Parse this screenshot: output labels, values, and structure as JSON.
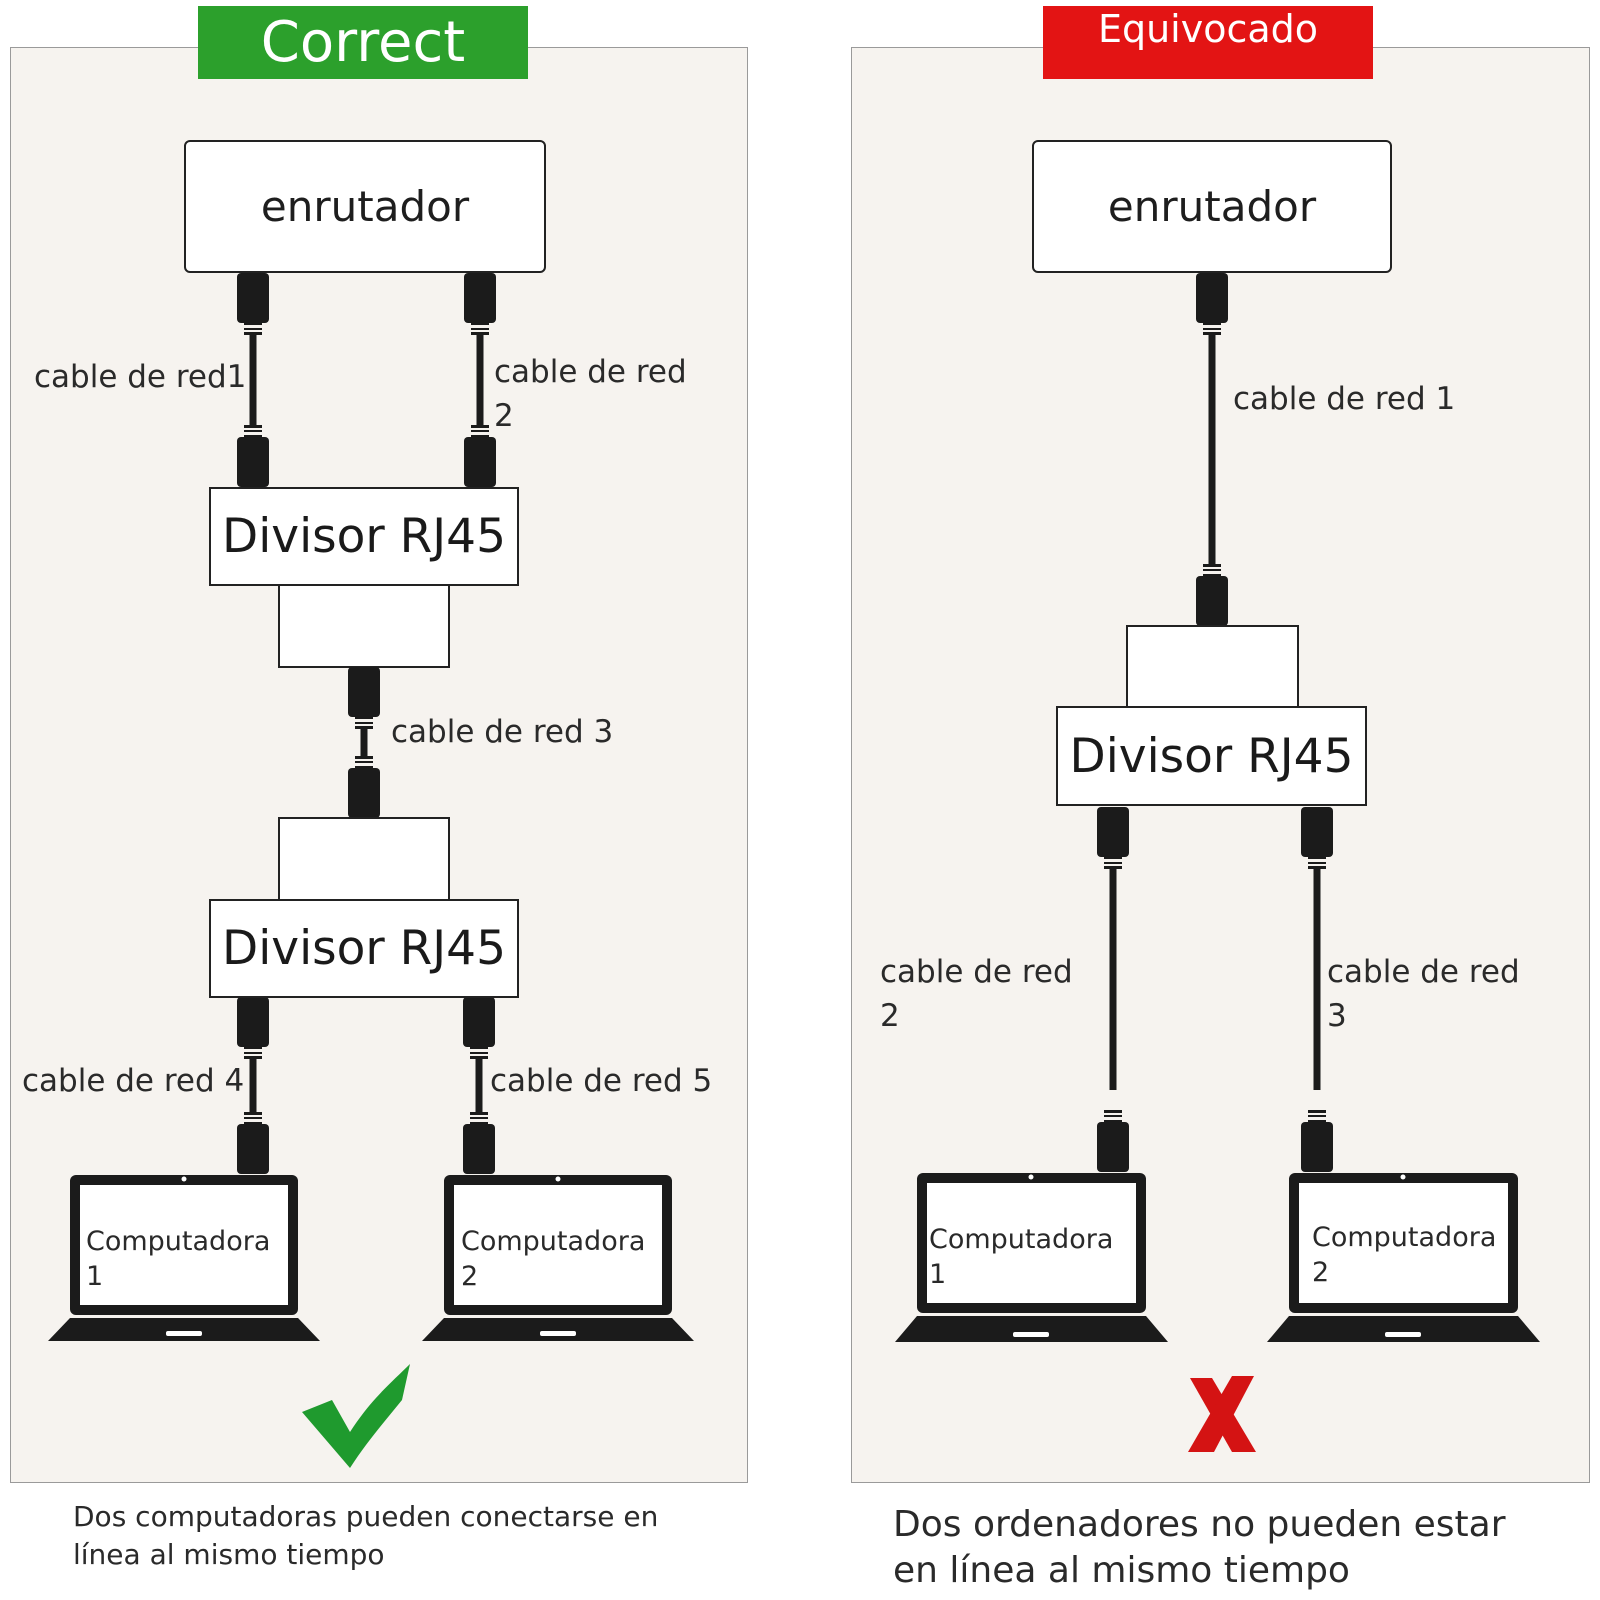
{
  "correct": {
    "banner": "Correct",
    "banner_color": "#2ca02c",
    "router": "enrutador",
    "splitter_top": "Divisor RJ45",
    "splitter_bottom": "Divisor RJ45",
    "cable1": "cable de red1",
    "cable2_line1": "cable de red",
    "cable2_line2": "2",
    "cable3": "cable de red 3",
    "cable4": "cable de red 4",
    "cable5": "cable de red 5",
    "pc1_line1": "Computadora",
    "pc1_line2": "1",
    "pc2_line1": "Computadora",
    "pc2_line2": "2",
    "mark": "check-icon",
    "caption_line1": "Dos computadoras pueden conectarse en",
    "caption_line2": "línea al mismo tiempo"
  },
  "wrong": {
    "banner": "Equivocado",
    "banner_color": "#e31414",
    "router": "enrutador",
    "splitter": "Divisor RJ45",
    "cable1": "cable de red 1",
    "cable2_line1": "cable de red",
    "cable2_line2": "2",
    "cable3_line1": "cable de red",
    "cable3_line2": "3",
    "pc1_line1": "Computadora",
    "pc1_line2": "1",
    "pc2_line1": "Computadora",
    "pc2_line2": "2",
    "mark": "cross-icon",
    "caption_line1": "Dos ordenadores no pueden estar",
    "caption_line2": "en línea al mismo tiempo"
  }
}
